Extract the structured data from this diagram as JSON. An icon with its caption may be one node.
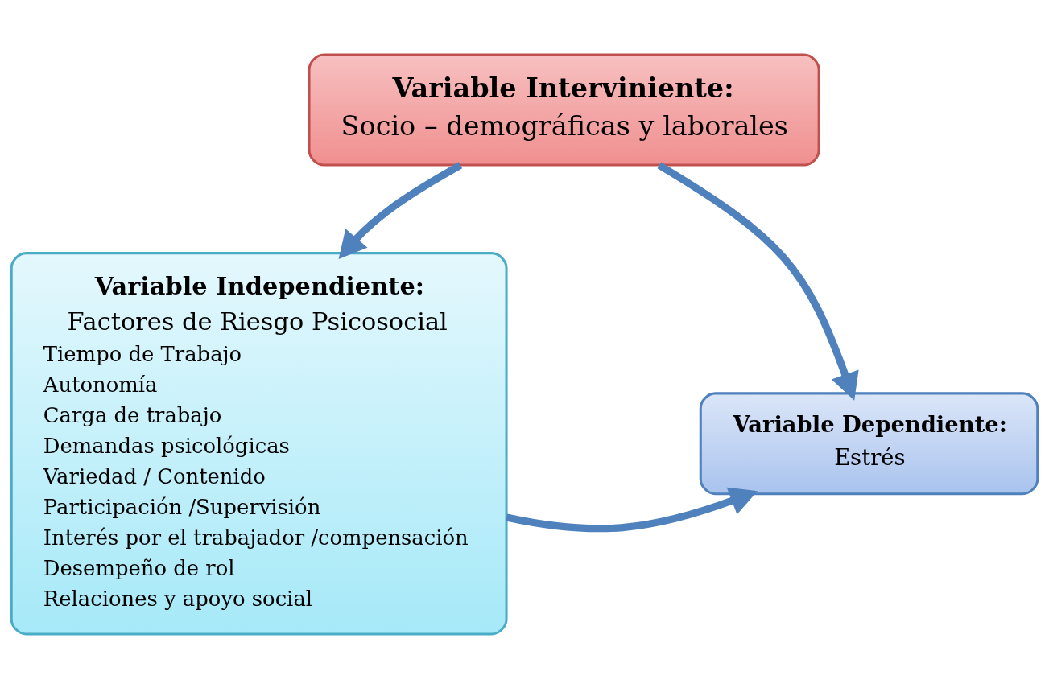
{
  "diagram": {
    "nodes": [
      {
        "text": [
          "Variable Interviniente:",
          "Socio – demográficas y laborales"
        ]
      },
      {
        "text": [
          "Variable Independiente:",
          "Factores de Riesgo Psicosocial",
          "Tiempo de Trabajo",
          "Autonomía",
          "Carga de trabajo",
          "Demandas psicológicas",
          "Variedad / Contenido",
          "Participación /Supervisión",
          "Interés por el trabajador /compensación",
          "Desempeño de rol",
          "Relaciones y apoyo social"
        ]
      },
      {
        "text": [
          "Variable Dependiente:",
          "Estrés"
        ]
      }
    ],
    "edges": [
      {
        "from": 0,
        "to": 1,
        "arrow": "to"
      },
      {
        "from": 0,
        "to": 2,
        "arrow": "to"
      },
      {
        "from": 1,
        "to": 2,
        "arrow": "to"
      }
    ]
  }
}
